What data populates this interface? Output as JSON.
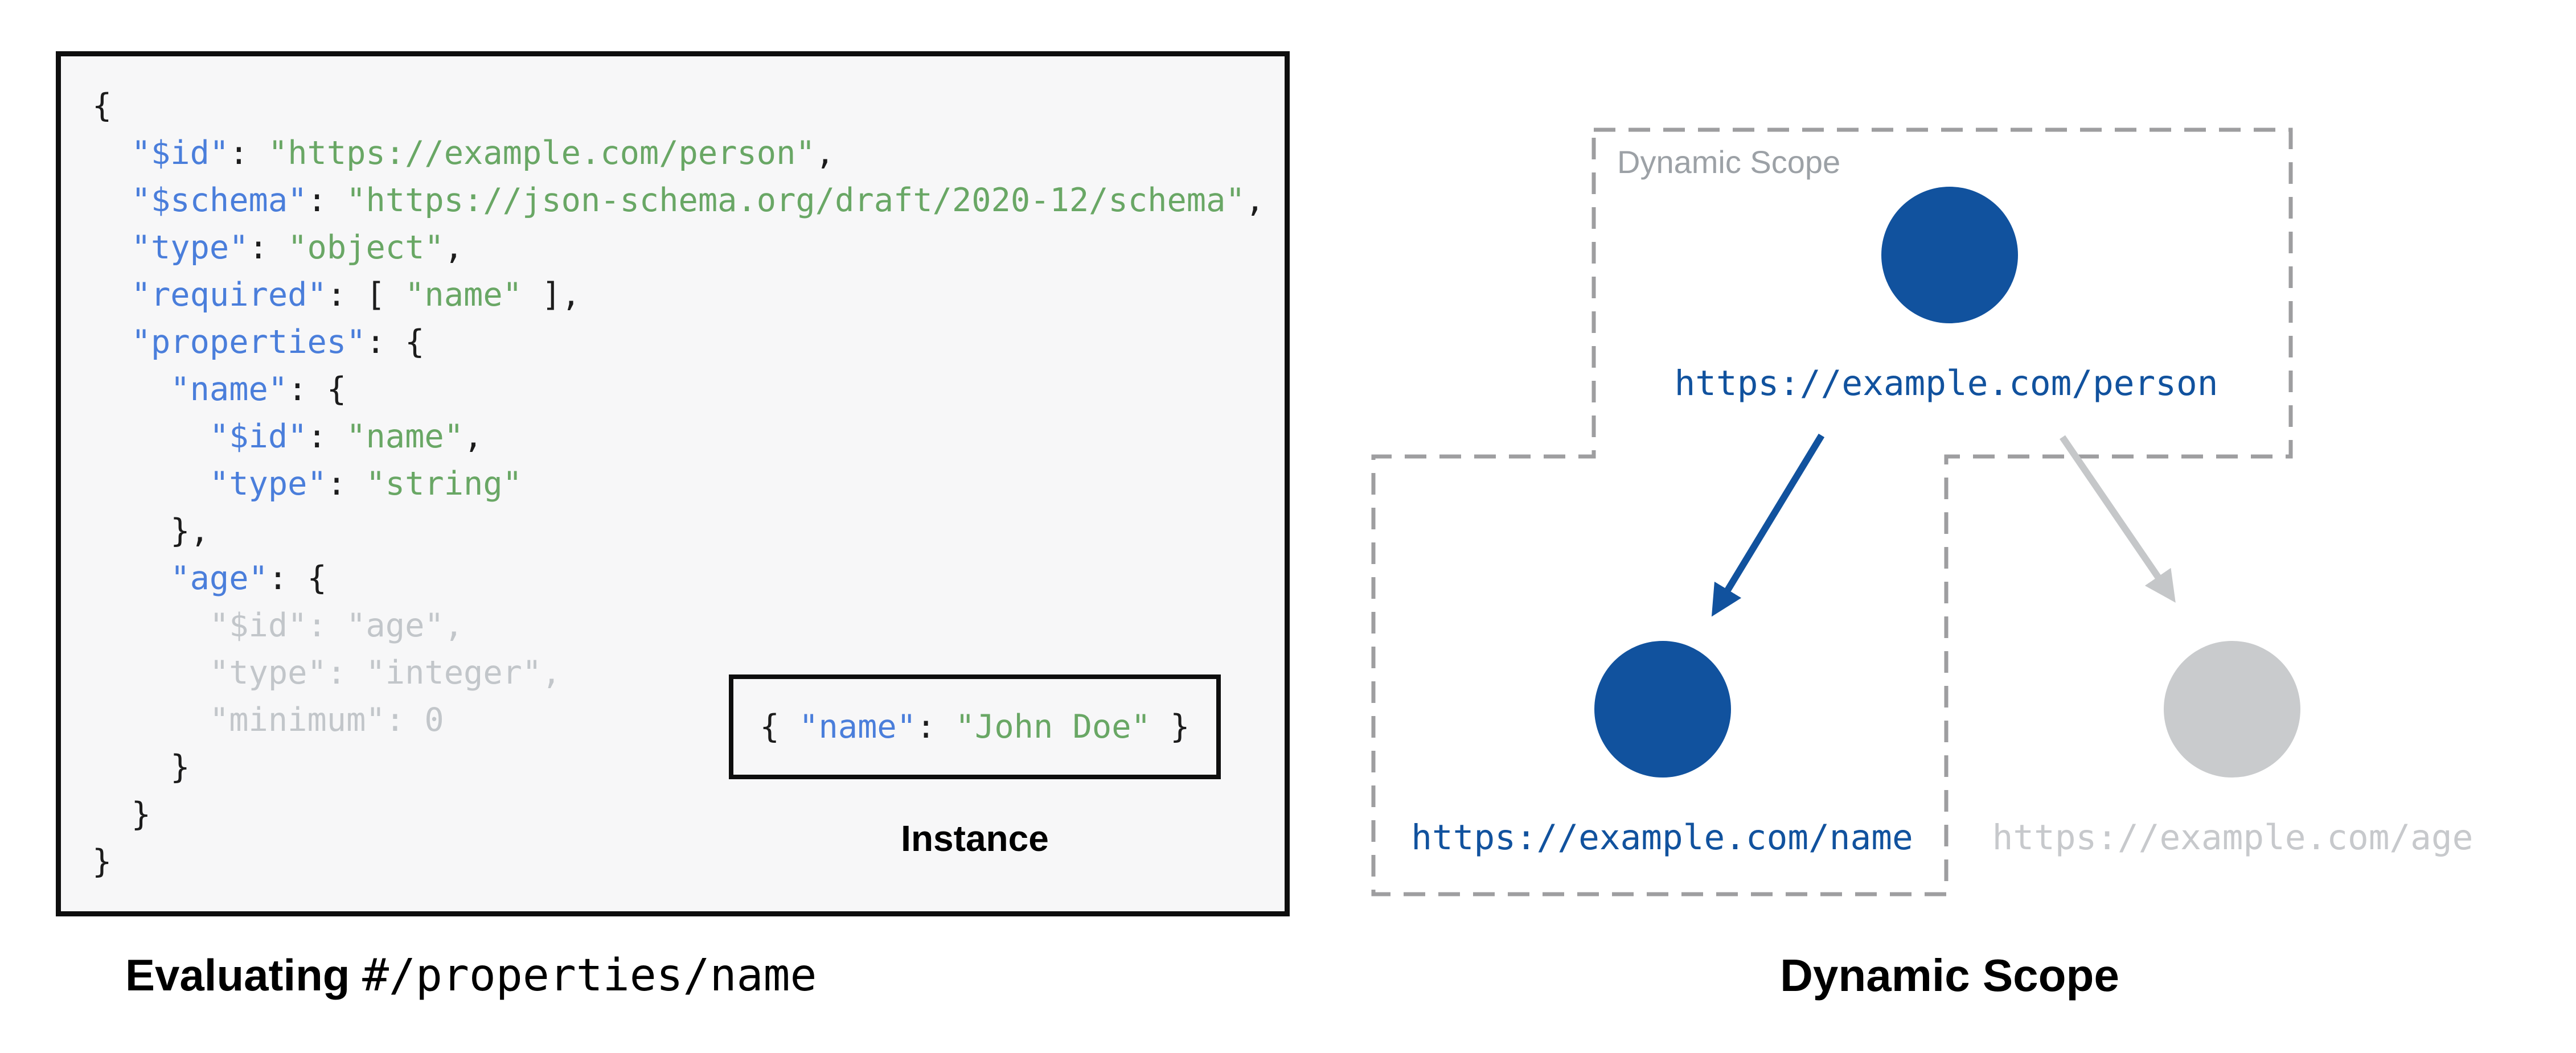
{
  "colors": {
    "code_key_blue": "#4A7EDB",
    "code_string_green": "#69A765",
    "code_plain_black": "#1C1C1C",
    "code_inactive_gray": "#C2C6CA",
    "node_active_blue": "#11529E",
    "node_inactive_gray": "#C9CBCD",
    "arrow_inactive_gray": "#C5C7C9",
    "dashed_border_gray": "#9E9EA0",
    "scope_label_gray": "#9CA1A6",
    "code_block_background": "#F7F7F8"
  },
  "schema_panel": {
    "code_lines": [
      [
        {
          "t": "{",
          "c": "plain"
        }
      ],
      [
        {
          "t": "  ",
          "c": "plain"
        },
        {
          "t": "\"$id\"",
          "c": "key"
        },
        {
          "t": ": ",
          "c": "plain"
        },
        {
          "t": "\"https://example.com/person\"",
          "c": "str"
        },
        {
          "t": ",",
          "c": "plain"
        }
      ],
      [
        {
          "t": "  ",
          "c": "plain"
        },
        {
          "t": "\"$schema\"",
          "c": "key"
        },
        {
          "t": ": ",
          "c": "plain"
        },
        {
          "t": "\"https://json-schema.org/draft/2020-12/schema\"",
          "c": "str"
        },
        {
          "t": ",",
          "c": "plain"
        }
      ],
      [
        {
          "t": "  ",
          "c": "plain"
        },
        {
          "t": "\"type\"",
          "c": "key"
        },
        {
          "t": ": ",
          "c": "plain"
        },
        {
          "t": "\"object\"",
          "c": "str"
        },
        {
          "t": ",",
          "c": "plain"
        }
      ],
      [
        {
          "t": "  ",
          "c": "plain"
        },
        {
          "t": "\"required\"",
          "c": "key"
        },
        {
          "t": ": [ ",
          "c": "plain"
        },
        {
          "t": "\"name\"",
          "c": "str"
        },
        {
          "t": " ],",
          "c": "plain"
        }
      ],
      [
        {
          "t": "  ",
          "c": "plain"
        },
        {
          "t": "\"properties\"",
          "c": "key"
        },
        {
          "t": ": {",
          "c": "plain"
        }
      ],
      [
        {
          "t": "    ",
          "c": "plain"
        },
        {
          "t": "\"name\"",
          "c": "key"
        },
        {
          "t": ": {",
          "c": "plain"
        }
      ],
      [
        {
          "t": "      ",
          "c": "plain"
        },
        {
          "t": "\"$id\"",
          "c": "key"
        },
        {
          "t": ": ",
          "c": "plain"
        },
        {
          "t": "\"name\"",
          "c": "str"
        },
        {
          "t": ",",
          "c": "plain"
        }
      ],
      [
        {
          "t": "      ",
          "c": "plain"
        },
        {
          "t": "\"type\"",
          "c": "key"
        },
        {
          "t": ": ",
          "c": "plain"
        },
        {
          "t": "\"string\"",
          "c": "str"
        }
      ],
      [
        {
          "t": "    },",
          "c": "plain"
        }
      ],
      [
        {
          "t": "    ",
          "c": "plain"
        },
        {
          "t": "\"age\"",
          "c": "key"
        },
        {
          "t": ": {",
          "c": "plain"
        }
      ],
      [
        {
          "t": "      \"$id\": \"age\",",
          "c": "dim"
        }
      ],
      [
        {
          "t": "      \"type\": \"integer\",",
          "c": "dim"
        }
      ],
      [
        {
          "t": "      \"minimum\": 0",
          "c": "dim"
        }
      ],
      [
        {
          "t": "    }",
          "c": "plain"
        }
      ],
      [
        {
          "t": "  }",
          "c": "plain"
        }
      ],
      [
        {
          "t": "}",
          "c": "plain"
        }
      ]
    ],
    "instance_tokens": [
      {
        "t": "{ ",
        "c": "plain"
      },
      {
        "t": "\"name\"",
        "c": "key"
      },
      {
        "t": ": ",
        "c": "plain"
      },
      {
        "t": "\"John Doe\"",
        "c": "str"
      },
      {
        "t": " }",
        "c": "plain"
      }
    ],
    "instance_label": "Instance",
    "caption_bold": "Evaluating",
    "caption_mono": "#/properties/name"
  },
  "scope_panel": {
    "region_label": "Dynamic Scope",
    "caption": "Dynamic Scope",
    "nodes": {
      "person": {
        "url": "https://example.com/person",
        "state": "active"
      },
      "name": {
        "url": "https://example.com/name",
        "state": "active"
      },
      "age": {
        "url": "https://example.com/age",
        "state": "inactive"
      }
    }
  }
}
